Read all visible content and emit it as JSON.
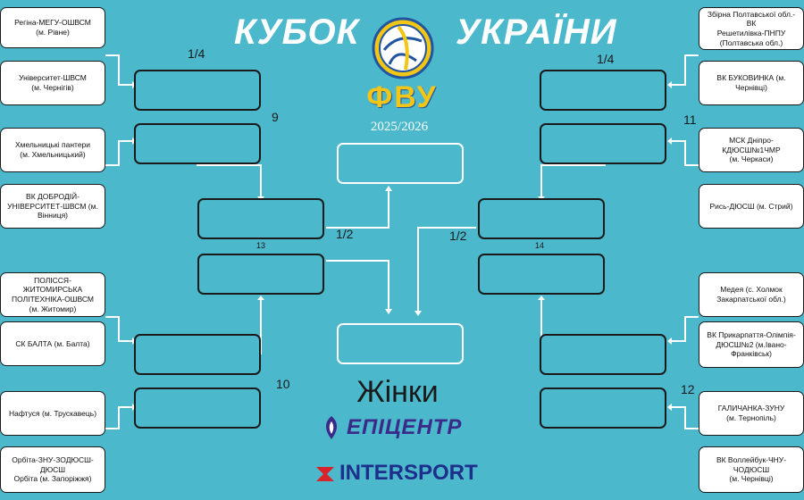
{
  "title_left": "КУБОК",
  "title_right": "УКРАЇНИ",
  "logo_text": "ФВУ",
  "season": "2025/2026",
  "category": "Жінки",
  "sponsor_1": "ЕПІЦЕНТР",
  "sponsor_2": "INTERSPORT",
  "round_labels": {
    "qf_left": "1/4",
    "qf_right": "1/4",
    "sf_left": "1/2",
    "sf_right": "1/2"
  },
  "match_numbers": {
    "m9": "9",
    "m10": "10",
    "m11": "11",
    "m12": "12",
    "m13": "13",
    "m14": "14"
  },
  "left_teams": [
    "Регіна-МЕГУ-ОШВСМ\n(м. Рівне)",
    "Університет-ШВСМ\n(м. Чернігів)",
    "Хмельницькі пантери\n(м. Хмельницький)",
    "ВК ДОБРОДІЙ-\nУНІВЕРСИТЕТ-ШВСМ (м.\nВінниця)",
    "ПОЛІССЯ-ЖИТОМИРСЬКА\nПОЛІТЕХНІКА-ОШВСМ\n(м. Житомир)",
    "СК БАЛТА (м. Балта)",
    "Нафтуся (м. Трускавець)",
    "Орбіта-ЗНУ-ЗОДЮСШ-ДЮСШ\nОрбіта (м. Запоріжжя)"
  ],
  "right_teams": [
    "Збірна Полтавської обл.-ВК\nРешетилівка-ПНПУ\n(Полтавська обл.)",
    "ВК БУКОВИНКА (м. Чернівці)",
    "МСК Дніпро-КДЮСШ№1ЧМР\n(м. Черкаси)",
    "Рись-ДЮСШ (м. Стрий)",
    "Медея (с. Холмок\nЗакарпатської обл.)",
    "ВК Прикарпаття-Олімпія-\nДЮСШ№2 (м.Івано-Франківськ)",
    "ГАЛИЧАНКА-ЗУНУ\n(м. Тернопіль)",
    "ВК Воллейбук-ЧНУ-ЧОДЮСШ\n(м. Чернівці)"
  ],
  "colors": {
    "background": "#4bb8cc",
    "line": "#ffffff",
    "box_border": "#1a1a1a",
    "logo_yellow": "#f2c516",
    "logo_blue": "#2255a0"
  },
  "icons": [
    "volleyball-logo-icon",
    "epicentr-logo-icon",
    "intersport-logo-icon"
  ]
}
